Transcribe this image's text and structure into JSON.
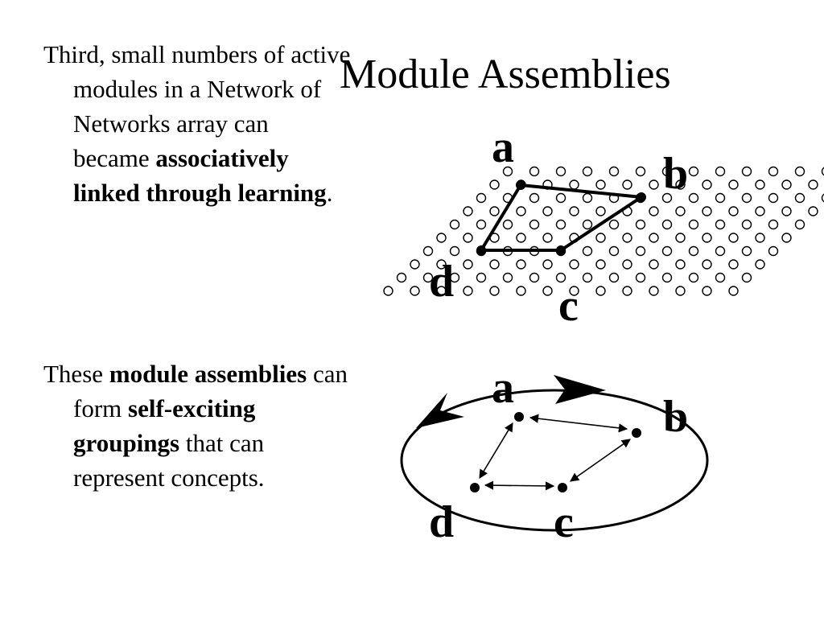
{
  "slide": {
    "title": "Module Assemblies",
    "paragraph1": {
      "text1": "Third,  small numbers of active modules in a Network of Networks array can became ",
      "bold1": "associatively linked through learning",
      "text2": "."
    },
    "paragraph2": {
      "text1": "These ",
      "bold1": "module assemblies",
      "text2": " can form ",
      "bold2": "self-exciting groupings",
      "text3": " that can represent concepts."
    }
  },
  "diagram_top": {
    "labels": {
      "a": "a",
      "b": "b",
      "c": "c",
      "d": "d"
    }
  },
  "diagram_bottom": {
    "labels": {
      "a": "a",
      "b": "b",
      "c": "c",
      "d": "d"
    }
  }
}
